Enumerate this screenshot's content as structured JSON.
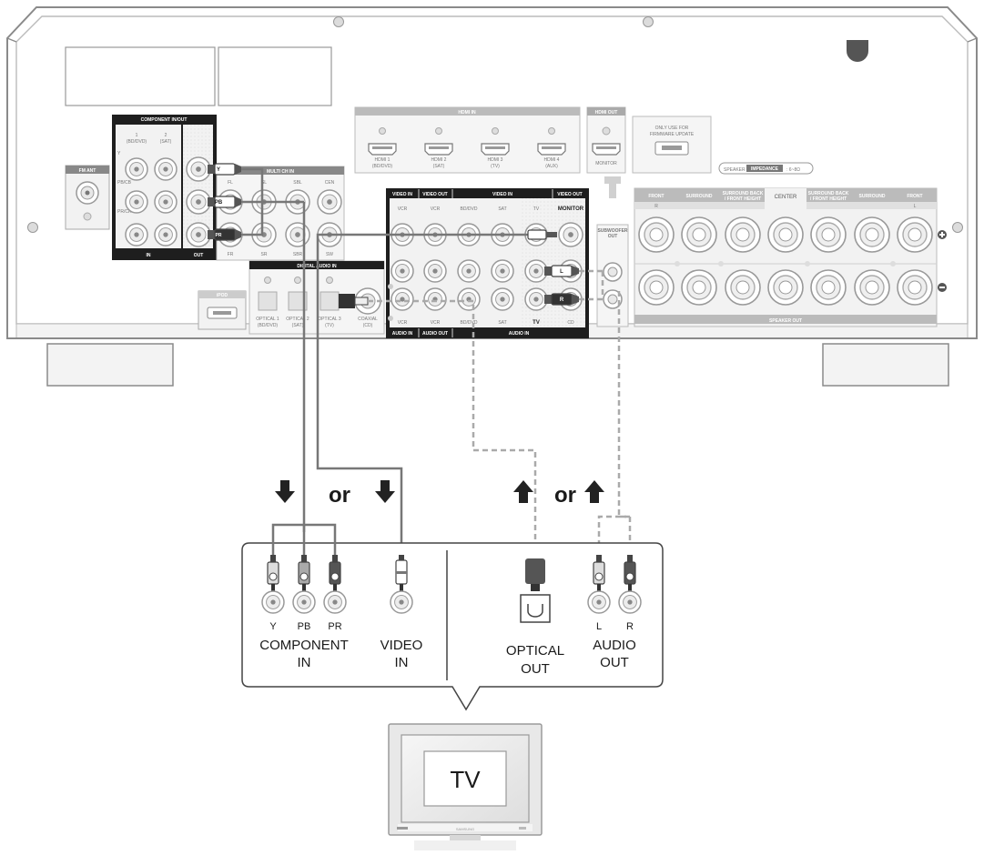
{
  "receiver": {
    "fm_ant": "FM ANT",
    "component_in_out": "COMPONENT IN/OUT",
    "comp_src1": "1",
    "comp_src1_sub": "(BD/DVD)",
    "comp_src2": "2",
    "comp_src2_sub": "(SAT)",
    "comp_y": "Y",
    "comp_pb": "PB/CB",
    "comp_pr": "PR/CR",
    "comp_in": "IN",
    "comp_out": "OUT",
    "multi_ch_in": "MULTI CH IN",
    "mch_fl": "FL",
    "mch_sl": "SL",
    "mch_sbl": "SBL",
    "mch_cen": "CEN",
    "mch_fr": "FR",
    "mch_sr": "SR",
    "mch_sbr": "SBR",
    "mch_sw": "SW",
    "digital_audio_in": "DIGITAL AUDIO IN",
    "ipod": "iPOD",
    "optical1": "OPTICAL 1",
    "optical1_sub": "(BD/DVD)",
    "optical2": "OPTICAL 2",
    "optical2_sub": "(SAT)",
    "optical3": "OPTICAL 3",
    "optical3_sub": "(TV)",
    "coaxial": "COAXIAL",
    "coaxial_sub": "(CD)",
    "hdmi_in": "HDMI IN",
    "hdmi1": "HDMI 1",
    "hdmi1_sub": "(BD/DVD)",
    "hdmi2": "HDMI 2",
    "hdmi2_sub": "(SAT)",
    "hdmi3": "HDMI 3",
    "hdmi3_sub": "(TV)",
    "hdmi4": "HDMI 4",
    "hdmi4_sub": "(AUX)",
    "hdmi_out": "HDMI OUT",
    "monitor_small": "MONITOR",
    "firmware_1": "ONLY USE FOR",
    "firmware_2": "FIRMWARE UPDATE",
    "speaker_impedance_a": "SPEAKER",
    "speaker_impedance_b": "IMPEDANCE",
    "speaker_impedance_c": ": 6~8Ω",
    "video_in_hdr": "VIDEO IN",
    "video_out_hdr": "VIDEO OUT",
    "video_in_hdr2": "VIDEO IN",
    "video_out_hdr2": "VIDEO OUT",
    "vid_vcr_in": "VCR",
    "vid_vcr_out": "VCR",
    "vid_bddvd": "BD/DVD",
    "vid_sat": "SAT",
    "vid_tv": "TV",
    "vid_monitor": "MONITOR",
    "aud_vcr_in": "VCR",
    "aud_vcr_out": "VCR",
    "aud_bddvd": "BD/DVD",
    "aud_sat": "SAT",
    "aud_tv": "TV",
    "aud_cd": "CD",
    "audio_in_hdr": "AUDIO IN",
    "audio_out_hdr": "AUDIO OUT",
    "audio_in_hdr2": "AUDIO IN",
    "subwoofer_out_1": "SUBWOOFER",
    "subwoofer_out_2": "OUT",
    "sp_front_l": "FRONT",
    "sp_surround_l": "SURROUND",
    "sp_sb_l_1": "SURROUND BACK",
    "sp_sb_l_2": "/ FRONT HEIGHT",
    "sp_center": "CENTER",
    "sp_sb_r_1": "SURROUND BACK",
    "sp_sb_r_2": "/ FRONT HEIGHT",
    "sp_surround_r": "SURROUND",
    "sp_front_r": "FRONT",
    "sp_r": "R",
    "sp_l": "L",
    "speaker_out": "SPEAKER OUT",
    "plug_y": "Y",
    "plug_pb": "PB",
    "plug_pr": "PR",
    "plug_l": "L",
    "plug_r": "R"
  },
  "diagram": {
    "or_left": "or",
    "or_right": "or",
    "tv_y": "Y",
    "tv_pb": "PB",
    "tv_pr": "PR",
    "component_in_1": "COMPONENT",
    "component_in_2": "IN",
    "video_in_1": "VIDEO",
    "video_in_2": "IN",
    "optical_out_1": "OPTICAL",
    "optical_out_2": "OUT",
    "audio_out_1": "AUDIO",
    "audio_out_2": "OUT",
    "tv_l": "L",
    "tv_r": "R",
    "tv_label": "TV",
    "tv_brand": "SAMSUNG"
  },
  "colors": {
    "line": "#444444",
    "cable": "#777777",
    "dashed": "#a8a8a8",
    "panel": "#f2f2f2",
    "header": "#1e1e1e"
  }
}
